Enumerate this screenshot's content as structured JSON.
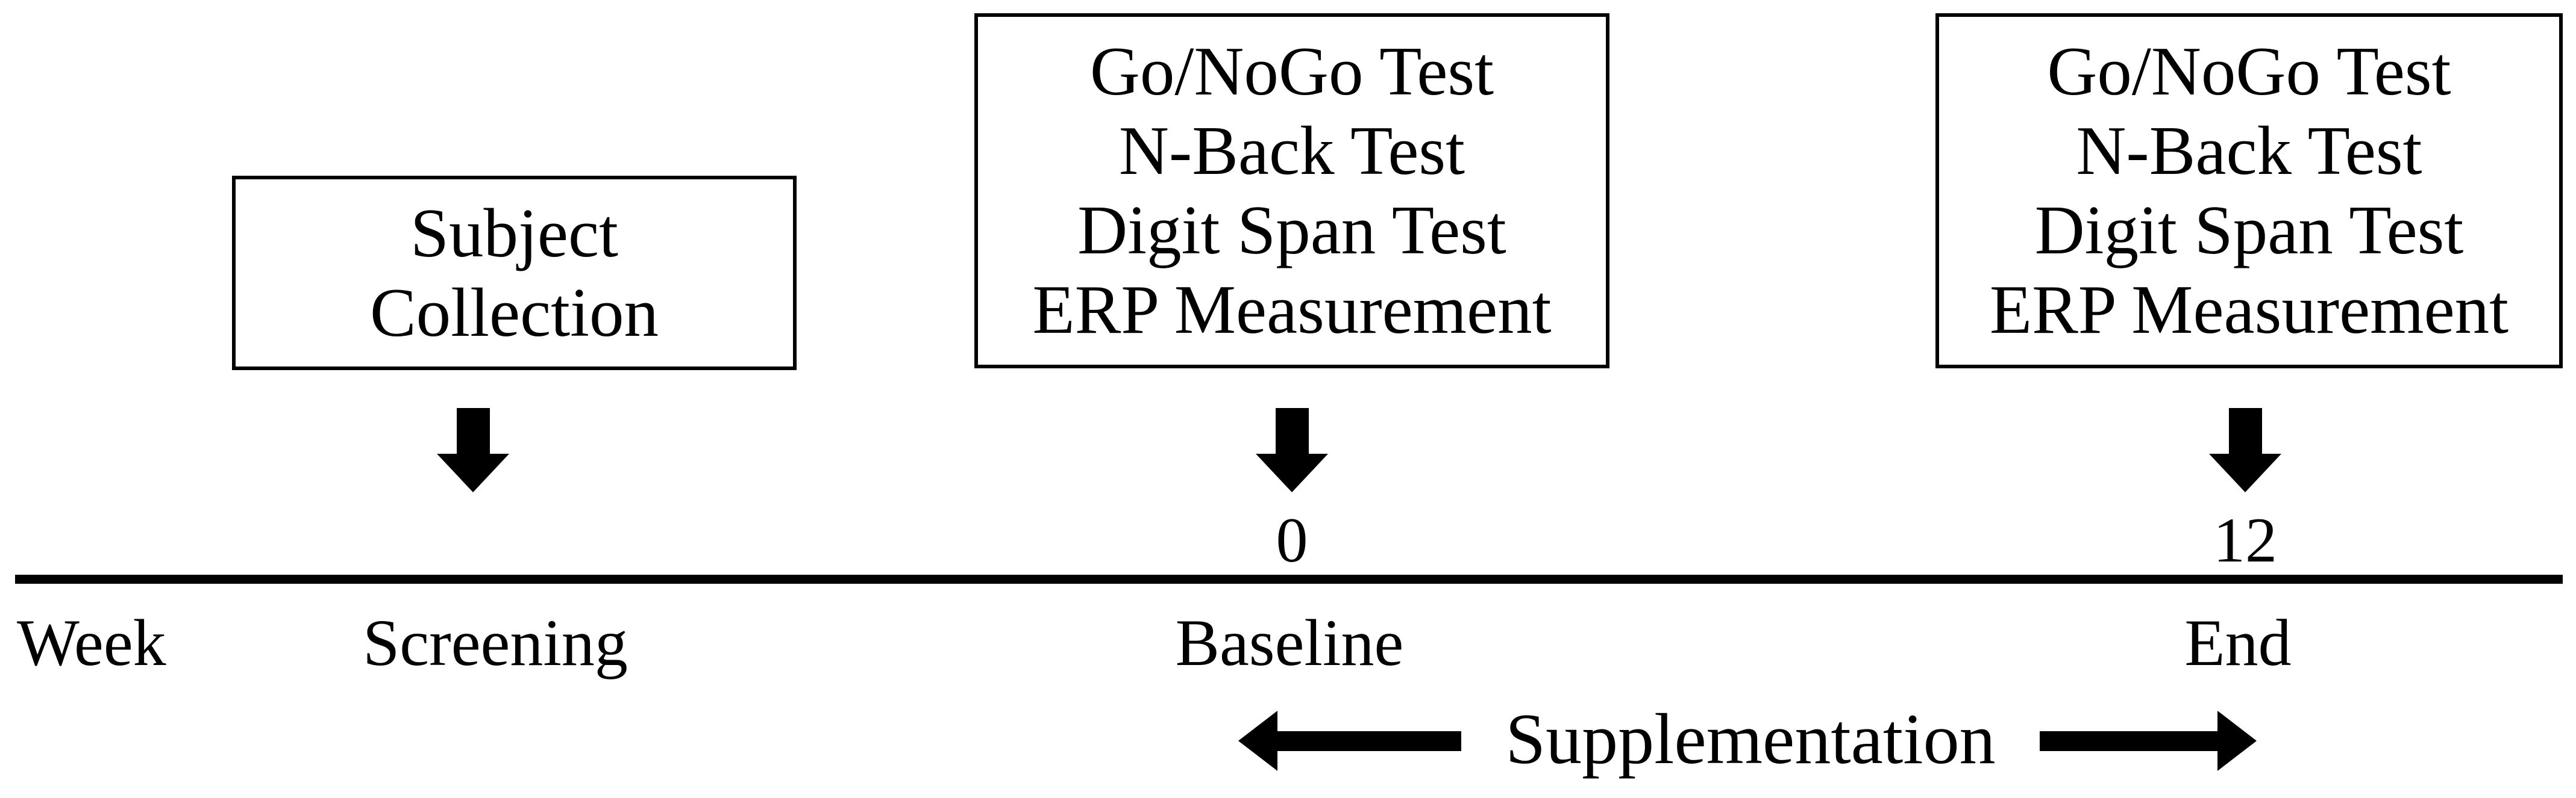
{
  "colors": {
    "background": "#ffffff",
    "ink": "#000000"
  },
  "boxes": {
    "screening": {
      "lines": [
        "Subject",
        "Collection"
      ]
    },
    "baseline": {
      "lines": [
        "Go/NoGo Test",
        "N-Back Test",
        "Digit Span Test",
        "ERP Measurement"
      ]
    },
    "end": {
      "lines": [
        "Go/NoGo Test",
        "N-Back Test",
        "Digit Span Test",
        "ERP Measurement"
      ]
    }
  },
  "timeline": {
    "axis_label": "Week",
    "stages": [
      {
        "label": "Screening",
        "week": ""
      },
      {
        "label": "Baseline",
        "week": "0"
      },
      {
        "label": "End",
        "week": "12"
      }
    ]
  },
  "supplementation": {
    "label": "Supplementation"
  },
  "icons": {
    "down_arrow": "down-arrow-icon",
    "left_arrow": "left-arrow-icon",
    "right_arrow": "right-arrow-icon"
  }
}
